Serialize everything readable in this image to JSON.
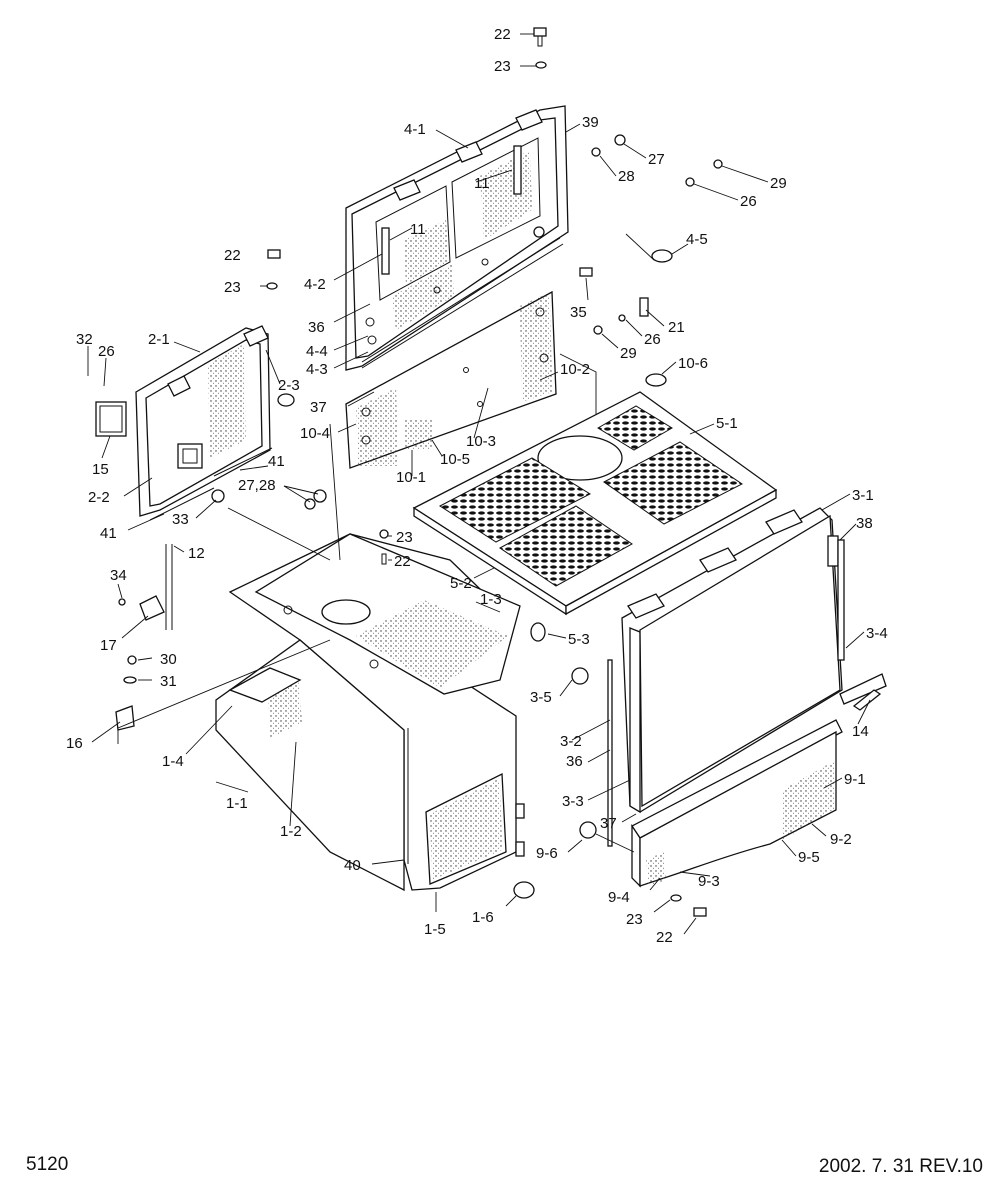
{
  "footer": {
    "page_number": "5120",
    "date_rev": "2002. 7. 31  REV.10"
  },
  "callouts": [
    "22",
    "23",
    "4-1",
    "39",
    "27",
    "11",
    "28",
    "29",
    "26",
    "11",
    "4-5",
    "4-2",
    "22",
    "23",
    "35",
    "36",
    "21",
    "4-4",
    "26",
    "29",
    "4-3",
    "10-6",
    "32",
    "26",
    "2-1",
    "2-3",
    "37",
    "10-2",
    "10-4",
    "10-3",
    "5-1",
    "10-5",
    "10-1",
    "15",
    "41",
    "2-2",
    "27,28",
    "41",
    "33",
    "3-1",
    "38",
    "23",
    "12",
    "22",
    "5-2",
    "34",
    "1-3",
    "17",
    "5-3",
    "3-4",
    "30",
    "31",
    "3-5",
    "14",
    "16",
    "1-4",
    "3-2",
    "36",
    "1-1",
    "1-2",
    "3-3",
    "9-1",
    "37",
    "9-2",
    "9-6",
    "40",
    "9-5",
    "9-3",
    "9-4",
    "1-6",
    "23",
    "1-5",
    "22"
  ]
}
